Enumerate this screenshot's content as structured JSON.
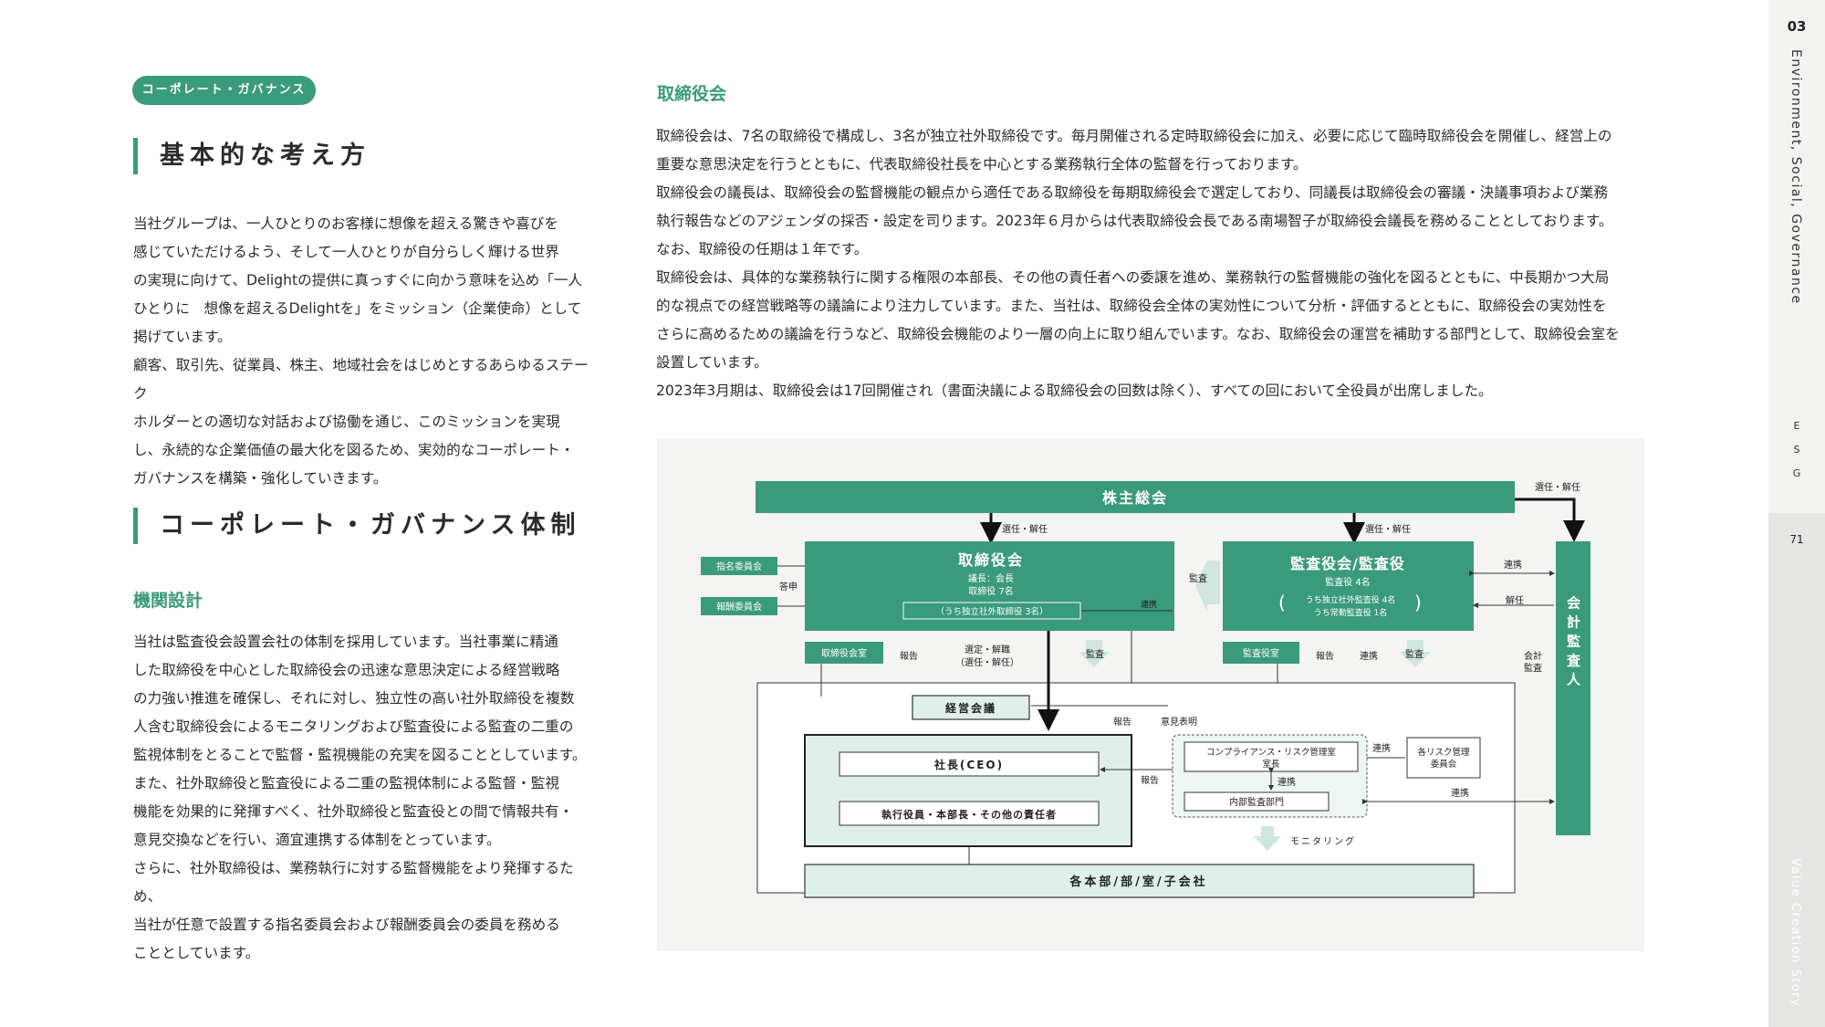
{
  "left": {
    "tag": "コーポレート・ガバナンス",
    "heading1": "基本的な考え方",
    "para1": [
      "当社グループは、一人ひとりのお客様に想像を超える驚きや喜びを",
      "感じていただけるよう、そして一人ひとりが自分らしく輝ける世界",
      "の実現に向けて、Delightの提供に真っすぐに向かう意味を込め「一人",
      "ひとりに　想像を超えるDelightを」をミッション（企業使命）として",
      "掲げています。",
      "顧客、取引先、従業員、株主、地域社会をはじめとするあらゆるステーク",
      "ホルダーとの適切な対話および協働を通じ、このミッションを実現",
      "し、永続的な企業価値の最大化を図るため、実効的なコーポレート・",
      "ガバナンスを構築・強化していきます。"
    ],
    "heading2": "コーポレート・ガバナンス体制",
    "subheading": "機関設計",
    "para2": [
      "当社は監査役会設置会社の体制を採用しています。当社事業に精通",
      "した取締役を中心とした取締役会の迅速な意思決定による経営戦略",
      "の力強い推進を確保し、それに対し、独立性の高い社外取締役を複数",
      "人含む取締役会によるモニタリングおよび監査役による監査の二重の",
      "監視体制をとることで監督・監視機能の充実を図ることとしています。",
      "また、社外取締役と監査役による二重の監視体制による監督・監視",
      "機能を効果的に発揮すべく、社外取締役と監査役との間で情報共有・",
      "意見交換などを行い、適宜連携する体制をとっています。",
      "さらに、社外取締役は、業務執行に対する監督機能をより発揮するため、",
      "当社が任意で設置する指名委員会および報酬委員会の委員を務める",
      "こととしています。"
    ]
  },
  "middle": {
    "subheading": "取締役会",
    "para": [
      "取締役会は、7名の取締役で構成し、3名が独立社外取締役です。毎月開催される定時取締役会に加え、必要に応じて臨時取締役会を開催し、経営上の",
      "重要な意思決定を行うとともに、代表取締役社長を中心とする業務執行全体の監督を行っております。",
      "取締役会の議長は、取締役会の監督機能の観点から適任である取締役を毎期取締役会で選定しており、同議長は取締役会の審議・決議事項および業務",
      "執行報告などのアジェンダの採否・設定を司ります。2023年６月からは代表取締役会長である南場智子が取締役会議長を務めることとしております。",
      "なお、取締役の任期は１年です。",
      "取締役会は、具体的な業務執行に関する権限の本部長、その他の責任者への委譲を進め、業務執行の監督機能の強化を図るとともに、中長期かつ大局",
      "的な視点での経営戦略等の議論により注力しています。また、当社は、取締役会全体の実効性について分析・評価するとともに、取締役会の実効性を",
      "さらに高めるための議論を行うなど、取締役会機能のより一層の向上に取り組んでいます。なお、取締役会の運営を補助する部門として、取締役会室を",
      "設置しています。",
      "2023年3月期は、取締役会は17回開催され（書面決議による取締役会の回数は除く）、すべての回において全役員が出席しました。"
    ]
  },
  "diagram": {
    "shareholders": "株主総会",
    "board": "取締役会",
    "board_chair": "議長：会長",
    "board_members": "取締役 7名",
    "board_independent": "（うち独立社外取締役 3名）",
    "audit": "監査役会/監査役",
    "audit_members": "監査役 4名",
    "audit_outside": "うち独立社外監査役 4名",
    "audit_standing": "うち常勤監査役 1名",
    "nomination": "指名委員会",
    "remuneration": "報酬委員会",
    "toushin": "答申",
    "board_office": "取締役会室",
    "audit_office": "監査役室",
    "external_auditor": "会計監査人",
    "mgmt_meeting": "経営会議",
    "ceo": "社長(CEO)",
    "officers": "執行役員・本部長・その他の責任者",
    "compliance": "コンプライアンス・リスク管理室",
    "compliance2": "室長",
    "internal_audit": "内部監査部門",
    "risk_committee": "各リスク管理委員会",
    "divisions": "各本部/部/室/子会社",
    "lbl_sennin1": "選任・解任",
    "lbl_sennin2": "選任・解任",
    "lbl_sennin3": "選任・解任",
    "lbl_kansa1": "監査",
    "lbl_kansa2": "監査",
    "lbl_kansa3": "監査",
    "lbl_renkei1": "連携",
    "lbl_renkei2": "連携",
    "lbl_renkei3": "連携",
    "lbl_renkei4": "連携",
    "lbl_renkei5": "連携",
    "lbl_renkei6": "連携",
    "lbl_kainin": "解任",
    "lbl_houkoku1": "報告",
    "lbl_houkoku2": "報告",
    "lbl_houkoku3": "報告",
    "lbl_houkoku4": "報告",
    "lbl_sentei": "選定・解職",
    "lbl_sentei2": "（選任・解任）",
    "lbl_iken": "意見表明",
    "lbl_kaikei1": "会計",
    "lbl_kaikei2": "監査",
    "lbl_monitoring": "モニタリング"
  },
  "sidebar": {
    "page_section": "03",
    "section_title": "Environment, Social, Governance",
    "esg": [
      "E",
      "S",
      "G"
    ],
    "page_number": "71",
    "bottom_title": "Value Creation Story"
  },
  "colors": {
    "accent": "#3a9a7c",
    "light": "#dff0ea"
  }
}
